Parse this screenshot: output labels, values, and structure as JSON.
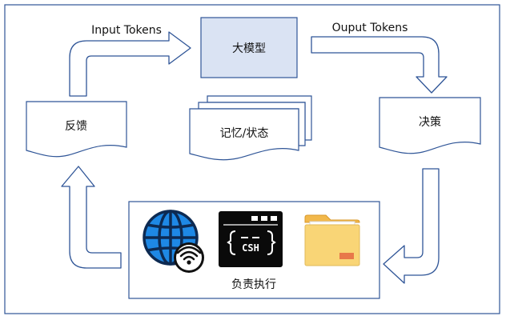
{
  "diagram": {
    "edges": {
      "input_tokens": "Input Tokens",
      "output_tokens": "Ouput Tokens"
    },
    "nodes": {
      "llm": "大模型",
      "decision": "决策",
      "memory": "记忆/状态",
      "feedback": "反馈",
      "execution": "负责执行"
    },
    "execution_icons": {
      "globe": "globe-wifi-icon",
      "terminal": "terminal-icon",
      "terminal_text": "CSH",
      "folder": "folder-icon"
    },
    "colors": {
      "stroke": "#2F5597",
      "llm_fill": "#DAE3F3",
      "globe_blue": "#1E88E5",
      "terminal_bg": "#0A0A0A",
      "folder_yellow": "#F9D576",
      "folder_tab": "#F2B84B",
      "folder_label": "#E8784A"
    }
  }
}
